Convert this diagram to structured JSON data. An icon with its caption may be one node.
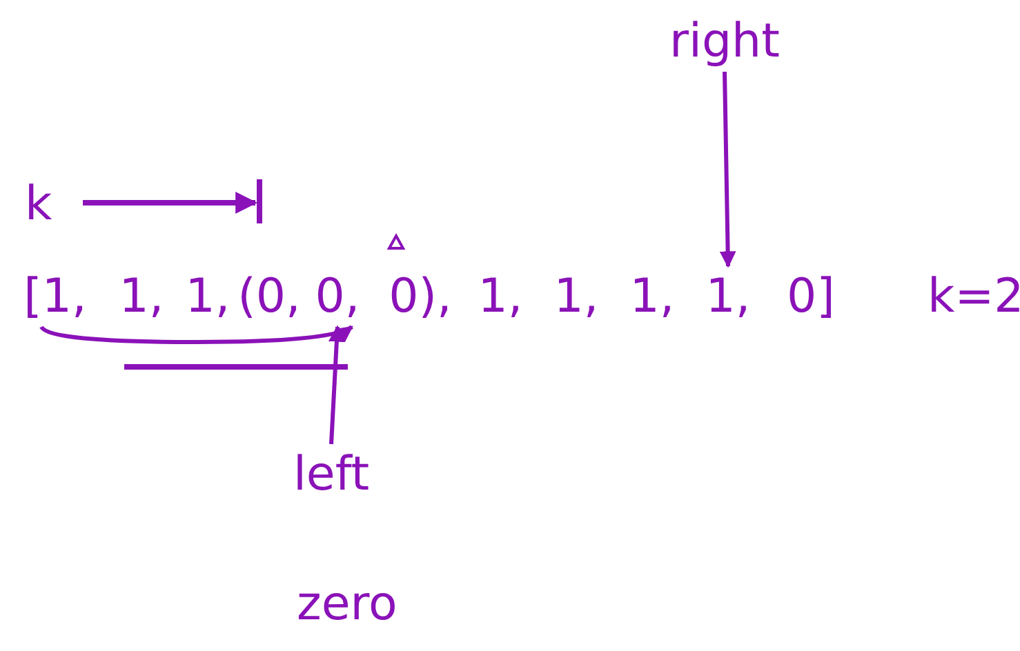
{
  "diagram": {
    "nodes": [
      {
        "text": [
          "right"
        ]
      },
      {
        "text": [
          "[1,"
        ]
      },
      {
        "text": [
          "1,"
        ]
      },
      {
        "text": [
          "1,"
        ]
      },
      {
        "text": [
          "(0,"
        ]
      },
      {
        "text": [
          "0,"
        ]
      },
      {
        "text": [
          "0),"
        ]
      },
      {
        "text": [
          "1,"
        ]
      },
      {
        "text": [
          "1,"
        ]
      },
      {
        "text": [
          "1,"
        ]
      },
      {
        "text": [
          "1,"
        ]
      },
      {
        "text": [
          "0]"
        ]
      },
      {
        "text": [
          "left"
        ]
      }
    ],
    "edges": [
      {
        "from": 0,
        "to": 10,
        "arrow": "to"
      },
      {
        "from": 12,
        "to": 5,
        "arrow": "to"
      },
      {
        "from": 1,
        "to": 5,
        "arrow": "to"
      }
    ],
    "labels": [
      "k",
      "k=2",
      "zero"
    ]
  }
}
